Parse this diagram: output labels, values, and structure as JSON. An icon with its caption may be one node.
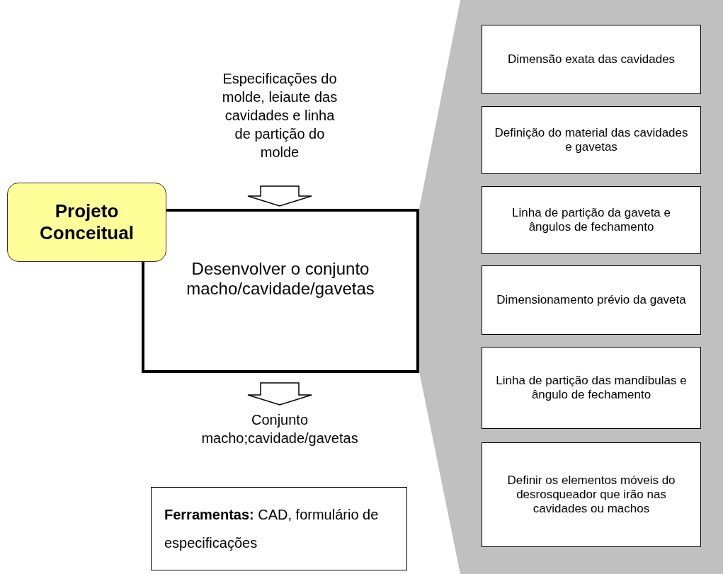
{
  "diagram": {
    "nodes": [
      {
        "text": [
          "Especificações do molde, leiaute das cavidades e linha de partição do molde"
        ]
      },
      {
        "text": [
          "Projeto Conceitual"
        ]
      },
      {
        "text": [
          "Desenvolver o conjunto macho/cavidade/gavetas"
        ]
      },
      {
        "text": [
          "Conjunto macho;cavidade/gavetas"
        ]
      },
      {
        "text": [
          "**Ferramentas:** CAD, formulário de especificações"
        ]
      },
      {
        "text": [
          "Dimensão exata das cavidades"
        ]
      },
      {
        "text": [
          "Definição do material das cavidades e gavetas"
        ]
      },
      {
        "text": [
          "Linha de partição da gaveta e ângulos de fechamento"
        ]
      },
      {
        "text": [
          "Dimensionamento prévio da gaveta"
        ]
      },
      {
        "text": [
          "Linha de partição das mandíbulas e ângulo de fechamento"
        ]
      },
      {
        "text": [
          "Definir os elementos móveis do desrosqueador que irão nas cavidades ou machos"
        ]
      }
    ],
    "edges": [
      {
        "from": 0,
        "to": 2,
        "arrow": "to"
      },
      {
        "from": 2,
        "to": 3,
        "arrow": "to"
      }
    ]
  }
}
